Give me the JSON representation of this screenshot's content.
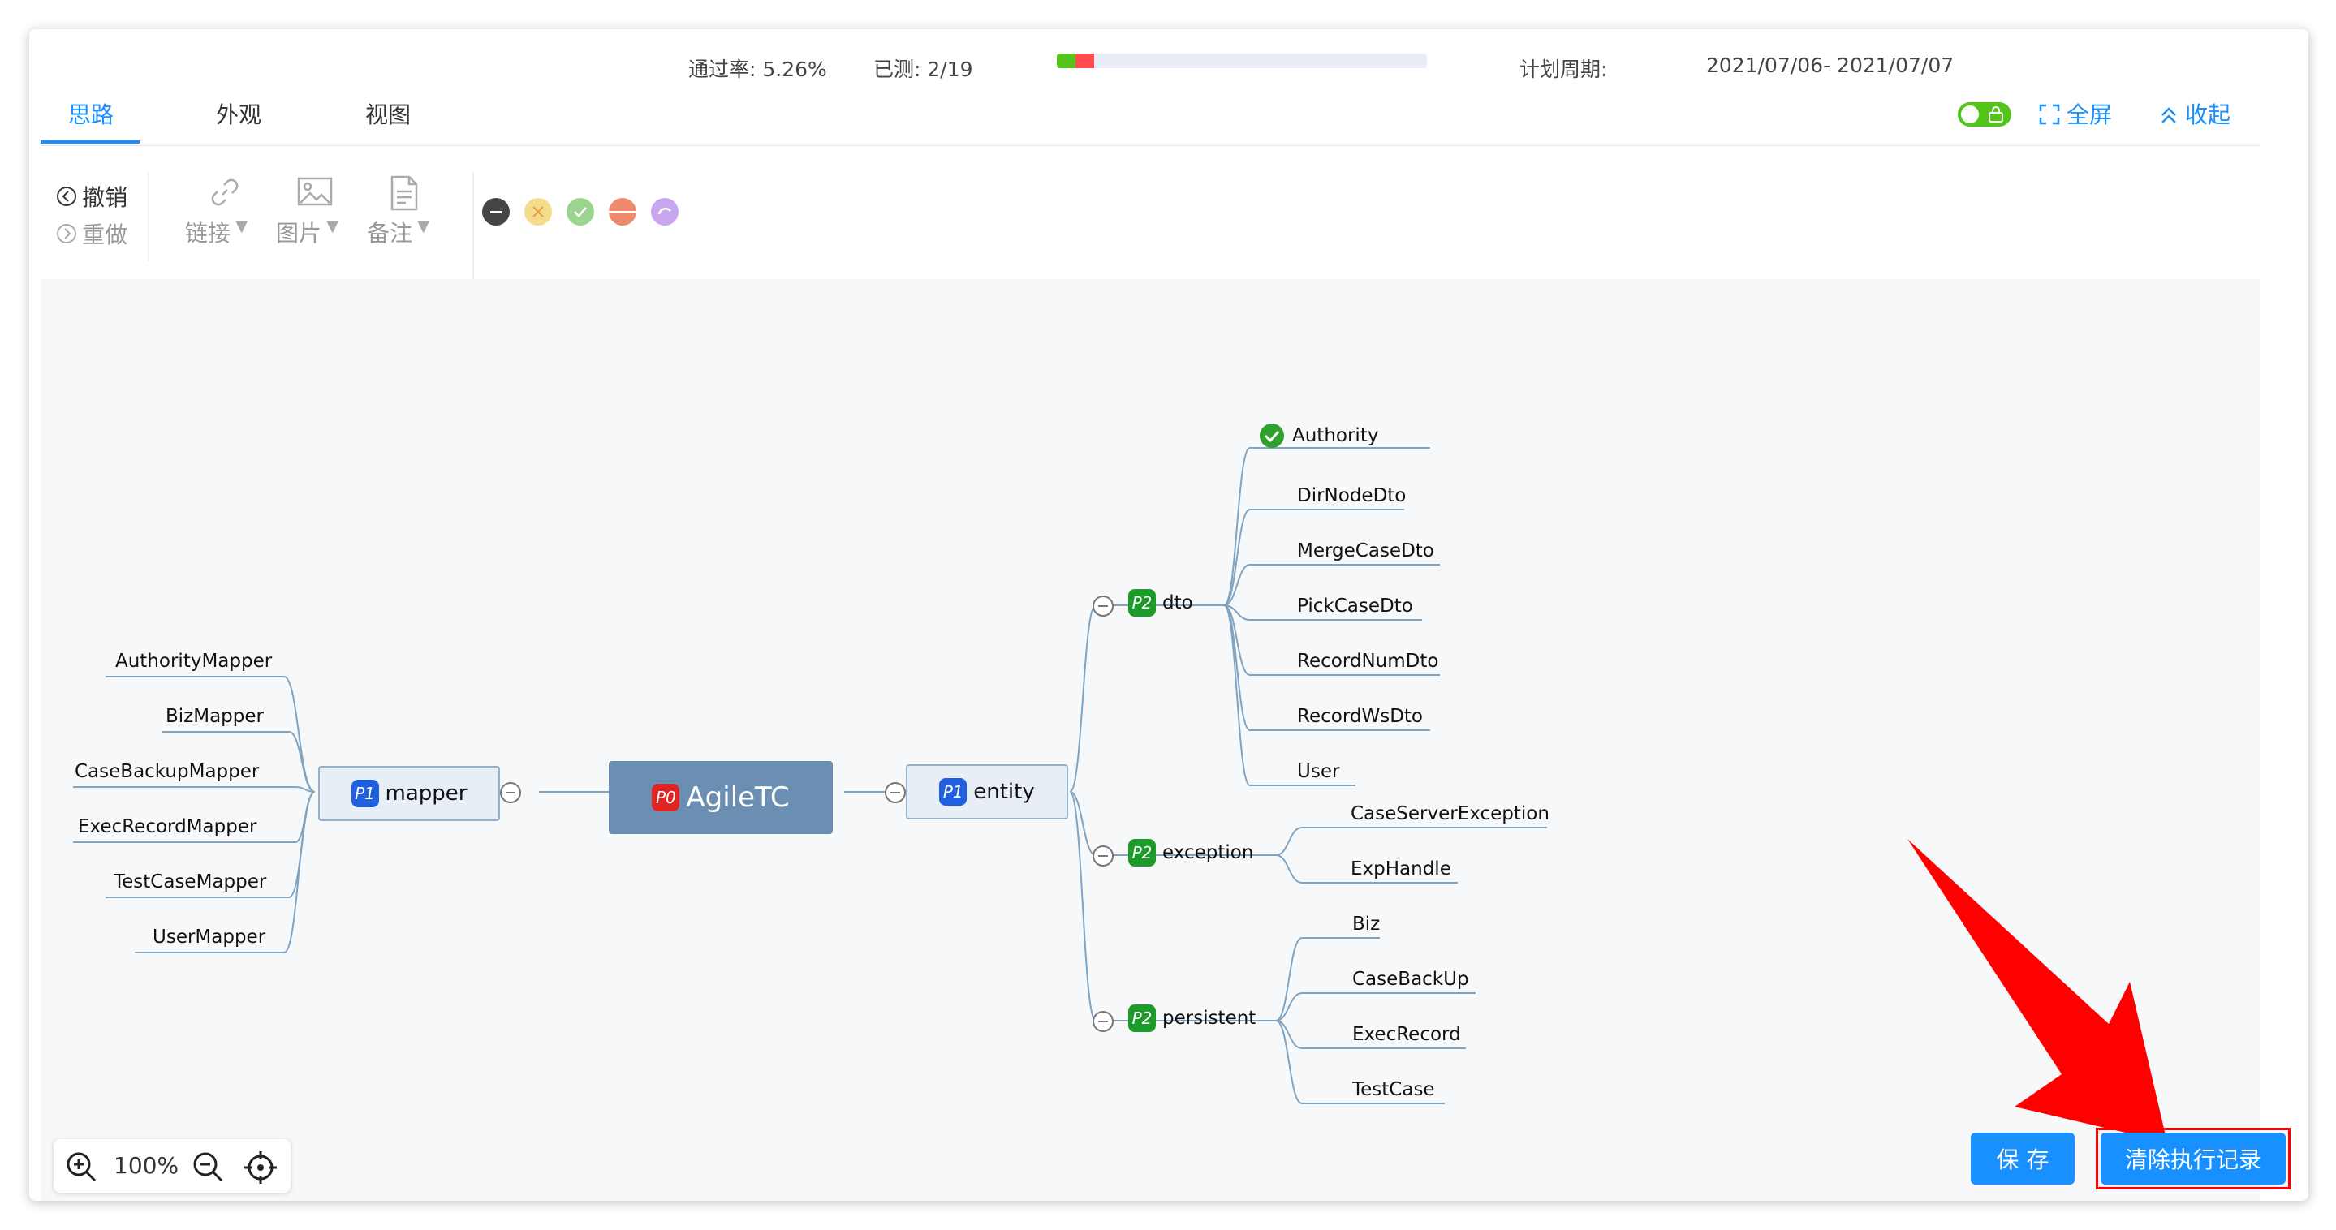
{
  "header": {
    "pass_rate": "通过率: 5.26%",
    "tested": "已测: 2/19",
    "plan_label": "计划周期:",
    "plan_dates": "2021/07/06- 2021/07/07",
    "progress": {
      "passed_fraction": 0.05,
      "failed_fraction": 0.05
    }
  },
  "tabs": [
    "思路",
    "外观",
    "视图"
  ],
  "right_actions": {
    "fullscreen": "全屏",
    "collapse": "收起"
  },
  "toolbar": {
    "undo": "撤销",
    "redo": "重做",
    "link": "链接",
    "image": "图片",
    "note": "备注",
    "status_colors": [
      "#444444",
      "#f5dc8c",
      "#9bd48e",
      "#f08a6e",
      "#c9a6f0"
    ]
  },
  "mindmap": {
    "root": {
      "priority": "P0",
      "label": "AgileTC"
    },
    "mapper": {
      "priority": "P1",
      "label": "mapper",
      "children": [
        "AuthorityMapper",
        "BizMapper",
        "CaseBackupMapper",
        "ExecRecordMapper",
        "TestCaseMapper",
        "UserMapper"
      ]
    },
    "entity": {
      "priority": "P1",
      "label": "entity"
    },
    "dto": {
      "priority": "P2",
      "label": "dto",
      "children": [
        "Authority",
        "DirNodeDto",
        "MergeCaseDto",
        "PickCaseDto",
        "RecordNumDto",
        "RecordWsDto",
        "User"
      ]
    },
    "exception": {
      "priority": "P2",
      "label": "exception",
      "children": [
        "CaseServerException",
        "ExpHandle"
      ]
    },
    "persistent": {
      "priority": "P2",
      "label": "persistent",
      "children": [
        "Biz",
        "CaseBackUp",
        "ExecRecord",
        "TestCase"
      ]
    }
  },
  "zoom": {
    "level": "100%"
  },
  "buttons": {
    "save": "保 存",
    "clear": "清除执行记录"
  },
  "colors": {
    "accent": "#1890ff",
    "annotation": "#ff0000"
  }
}
